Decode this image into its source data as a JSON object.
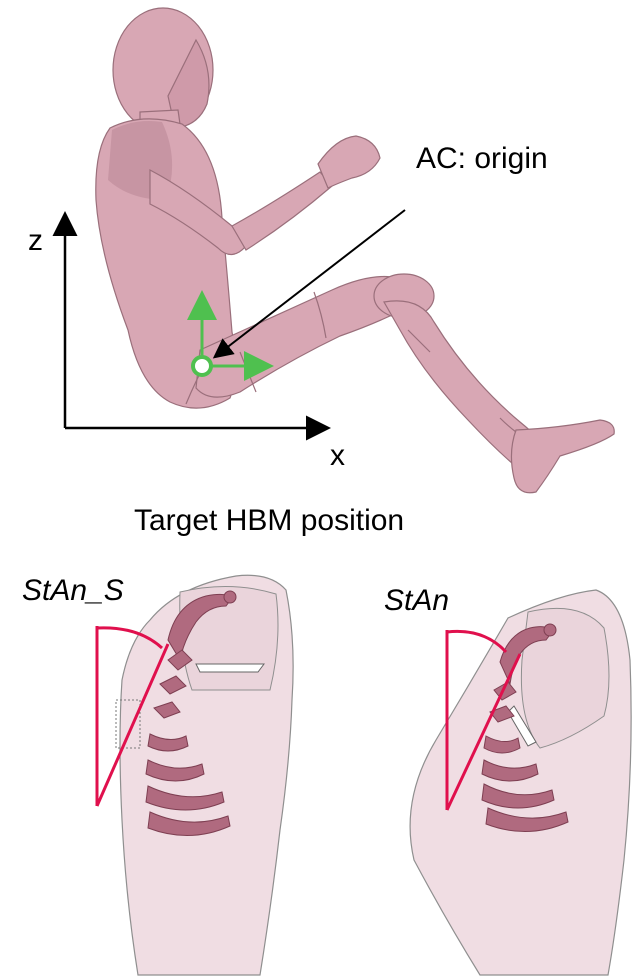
{
  "labels": {
    "origin": "AC: origin",
    "z_axis": "z",
    "x_axis": "x",
    "caption": "Target HBM position",
    "stan_s": "StAn_S",
    "stan": "StAn"
  },
  "colors": {
    "body": "#d8a7b4",
    "body_shade": "#b98191",
    "body_outline": "#9a6f7b",
    "torso": "#f0dde3",
    "torso_outline": "#8f8f8f",
    "rib": "#a9576e",
    "angle": "#e0104d",
    "marker": "#4fc04f",
    "axis": "#000000"
  }
}
